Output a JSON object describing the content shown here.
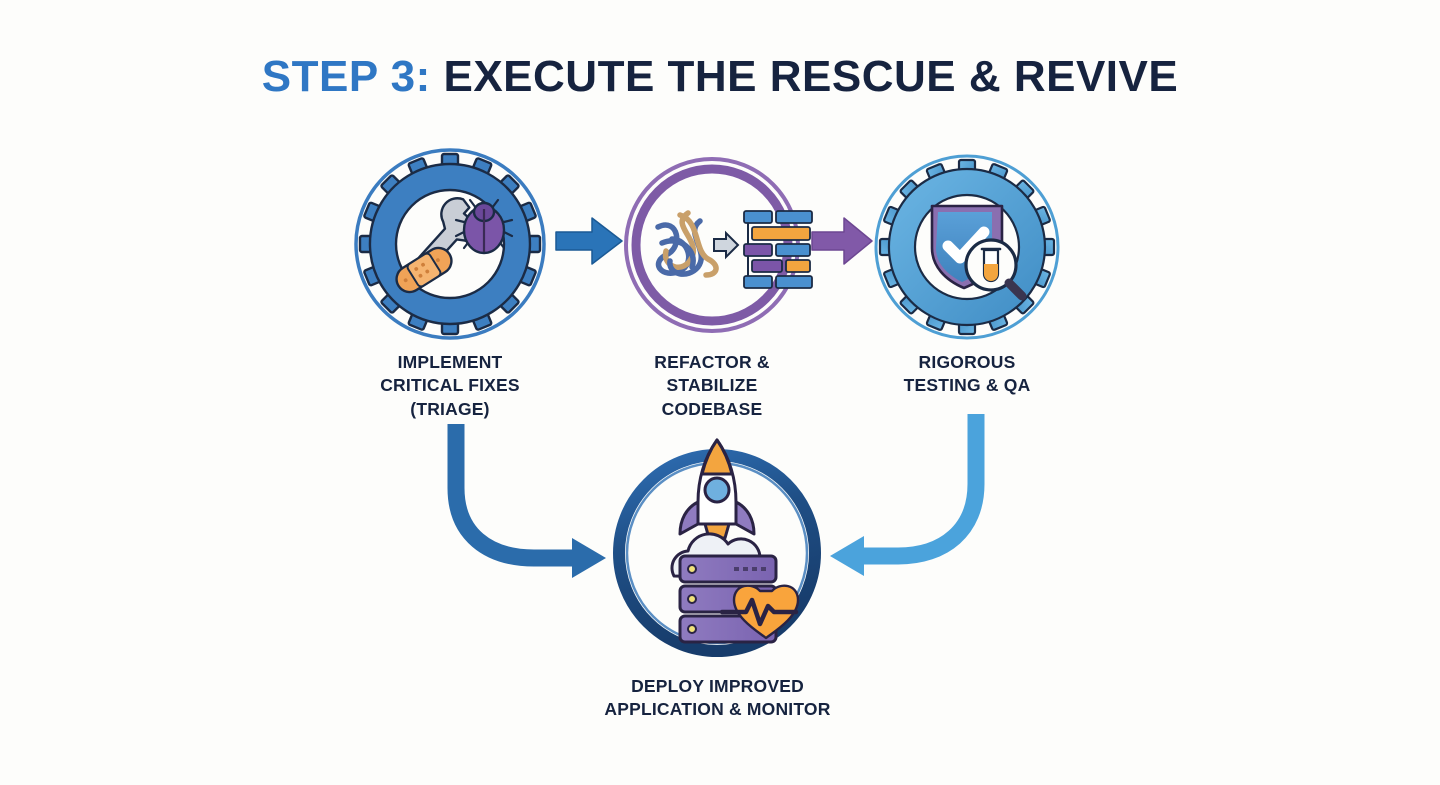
{
  "title": {
    "step_prefix": "STEP 3:",
    "main": " EXECUTE THE RESCUE & REVIVE",
    "step_color": "#2f77c4",
    "main_color": "#16233f"
  },
  "background_color": "#fdfdfb",
  "nodes": [
    {
      "id": "implement",
      "label_lines": [
        "IMPLEMENT",
        "CRITICAL FIXES",
        "(TRIAGE)"
      ],
      "label_text": "IMPLEMENT CRITICAL FIXES (TRIAGE)",
      "ring_style": "gear",
      "ring_color": "#2f6fb5",
      "outer_ring_color": "#3b7cc0",
      "icons": [
        "wrench-icon",
        "bug-icon",
        "bandage-icon"
      ]
    },
    {
      "id": "refactor",
      "label_lines": [
        "REFACTOR &",
        "STABILIZE",
        "CODEBASE"
      ],
      "label_text": "REFACTOR & STABILIZE CODEBASE",
      "ring_style": "double-ring",
      "ring_color": "#7e5ba6",
      "outer_ring_color": "#8f6db4",
      "icons": [
        "tangled-threads-icon",
        "transform-arrow-icon",
        "code-blocks-icon"
      ]
    },
    {
      "id": "testing",
      "label_lines": [
        "RIGOROUS",
        "TESTING & QA"
      ],
      "label_text": "RIGOROUS TESTING & QA",
      "ring_style": "gear",
      "ring_color": "#52a3d9",
      "outer_ring_color": "#4e9fd4",
      "icons": [
        "shield-check-icon",
        "magnifier-test-tube-icon"
      ]
    },
    {
      "id": "deploy",
      "label_lines": [
        "DEPLOY IMPROVED",
        "APPLICATION & MONITOR"
      ],
      "label_text": "DEPLOY IMPROVED APPLICATION & MONITOR",
      "ring_style": "thick-ring",
      "ring_color": "#1f4f86",
      "outer_ring_color": "#2b63a0",
      "icons": [
        "rocket-icon",
        "cloud-icon",
        "server-stack-icon",
        "heartbeat-heart-icon"
      ]
    }
  ],
  "arrows": [
    {
      "id": "arrow-1",
      "from": "implement",
      "to": "refactor",
      "direction": "right",
      "color": "#2a74b8",
      "shape": "straight"
    },
    {
      "id": "arrow-2",
      "from": "refactor",
      "to": "testing",
      "direction": "right",
      "color": "#8159a8",
      "shape": "straight"
    },
    {
      "id": "arrow-curve-left",
      "from": "implement",
      "to": "deploy",
      "direction": "down-right",
      "color": "#2b6cab",
      "shape": "curved"
    },
    {
      "id": "arrow-curve-right",
      "from": "testing",
      "to": "deploy",
      "direction": "down-left",
      "color": "#4ba3dc",
      "shape": "curved"
    }
  ]
}
